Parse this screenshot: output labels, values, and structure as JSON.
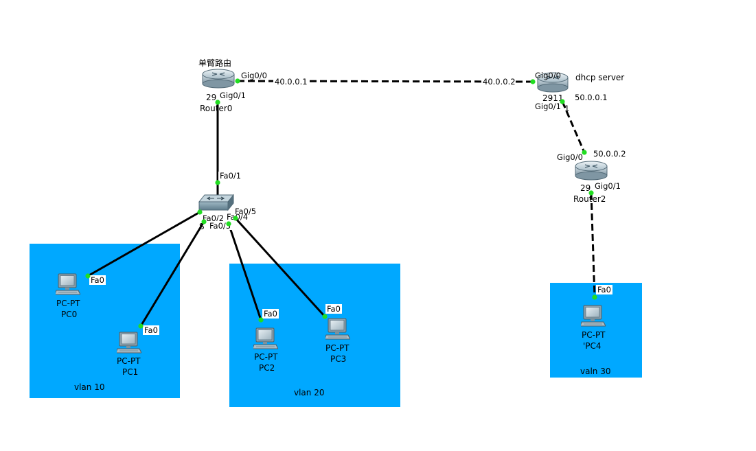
{
  "colors": {
    "vlan_area": "#00a8ff",
    "port_up": "#22dd22",
    "link": "#000000"
  },
  "areas": [
    {
      "id": "vlan10",
      "label": "vlan 10"
    },
    {
      "id": "vlan20",
      "label": "vlan 20"
    },
    {
      "id": "vlan30",
      "label": "valn 30"
    }
  ],
  "devices": {
    "router0": {
      "model": "29",
      "name": "Router0",
      "note": "单臂路由"
    },
    "router1": {
      "model": "2911",
      "note": "dhcp server"
    },
    "router2": {
      "model": "29",
      "name": "Router2"
    },
    "switch0": {
      "model": "S"
    },
    "pc0": {
      "model": "PC-PT",
      "name": "PC0"
    },
    "pc1": {
      "model": "PC-PT",
      "name": "PC1"
    },
    "pc2": {
      "model": "PC-PT",
      "name": "PC2"
    },
    "pc3": {
      "model": "PC-PT",
      "name": "PC3"
    },
    "pc4": {
      "model": "PC-PT",
      "name": "'PC4"
    }
  },
  "interfaces": {
    "r0_gig00": "Gig0/0",
    "r0_gig01": "Gig0/1",
    "r1_gig00": "Gig0/0",
    "r1_gig01": "Gig0/1",
    "r1_gig01_tail": "1",
    "r2_gig00": "Gig0/0",
    "r2_gig01": "Gig0/1",
    "sw_fa01": "Fa0/1",
    "sw_fa02": "Fa0/2",
    "sw_fa03": "Fa0/3",
    "sw_fa04": "Fa0/4",
    "sw_fa05": "Fa0/5",
    "pc0_fa0": "Fa0",
    "pc1_fa0": "Fa0",
    "pc2_fa0": "Fa0",
    "pc3_fa0": "Fa0",
    "pc4_fa0": "Fa0"
  },
  "ip_addresses": {
    "r0_r1_a": "40.0.0.1",
    "r0_r1_b": "40.0.0.2",
    "r1_r2_a": "50.0.0.1",
    "r1_r2_b": "50.0.0.2"
  }
}
